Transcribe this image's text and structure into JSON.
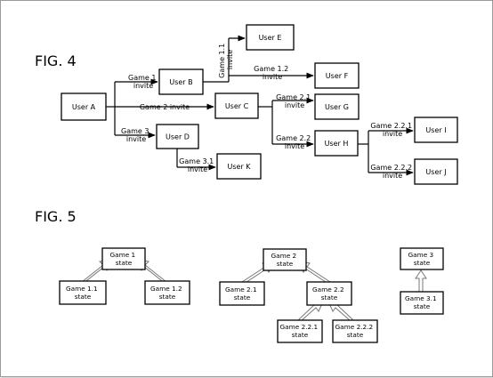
{
  "fig4": {
    "label": "FIG. 4",
    "users": {
      "a": "User A",
      "b": "User B",
      "c": "User C",
      "d": "User D",
      "e": "User E",
      "f": "User F",
      "g": "User G",
      "h": "User H",
      "i": "User I",
      "j": "User J",
      "k": "User K"
    },
    "invites": {
      "game1": [
        "Game 1",
        "invite"
      ],
      "game2": "Game 2 invite",
      "game3": [
        "Game 3",
        "invite"
      ],
      "game1_1": [
        "Game 1.1",
        "invite"
      ],
      "game1_2": [
        "Game 1.2",
        "invite"
      ],
      "game2_1": [
        "Game 2.1",
        "invite"
      ],
      "game2_2": [
        "Game 2.2",
        "invite"
      ],
      "game3_1": [
        "Game 3.1",
        "invite"
      ],
      "game2_2_1": [
        "Game 2.2.1",
        "invite"
      ],
      "game2_2_2": [
        "Game 2.2.2",
        "invite"
      ]
    }
  },
  "fig5": {
    "label": "FIG. 5",
    "states": {
      "g1": [
        "Game 1",
        "state"
      ],
      "g1_1": [
        "Game 1.1",
        "state"
      ],
      "g1_2": [
        "Game 1.2",
        "state"
      ],
      "g2": [
        "Game 2",
        "state"
      ],
      "g2_1": [
        "Game 2.1",
        "state"
      ],
      "g2_2": [
        "Game 2.2",
        "state"
      ],
      "g2_2_1": [
        "Game 2.2.1",
        "state"
      ],
      "g2_2_2": [
        "Game 2.2.2",
        "state"
      ],
      "g3": [
        "Game 3",
        "state"
      ],
      "g3_1": [
        "Game 3.1",
        "state"
      ]
    }
  }
}
